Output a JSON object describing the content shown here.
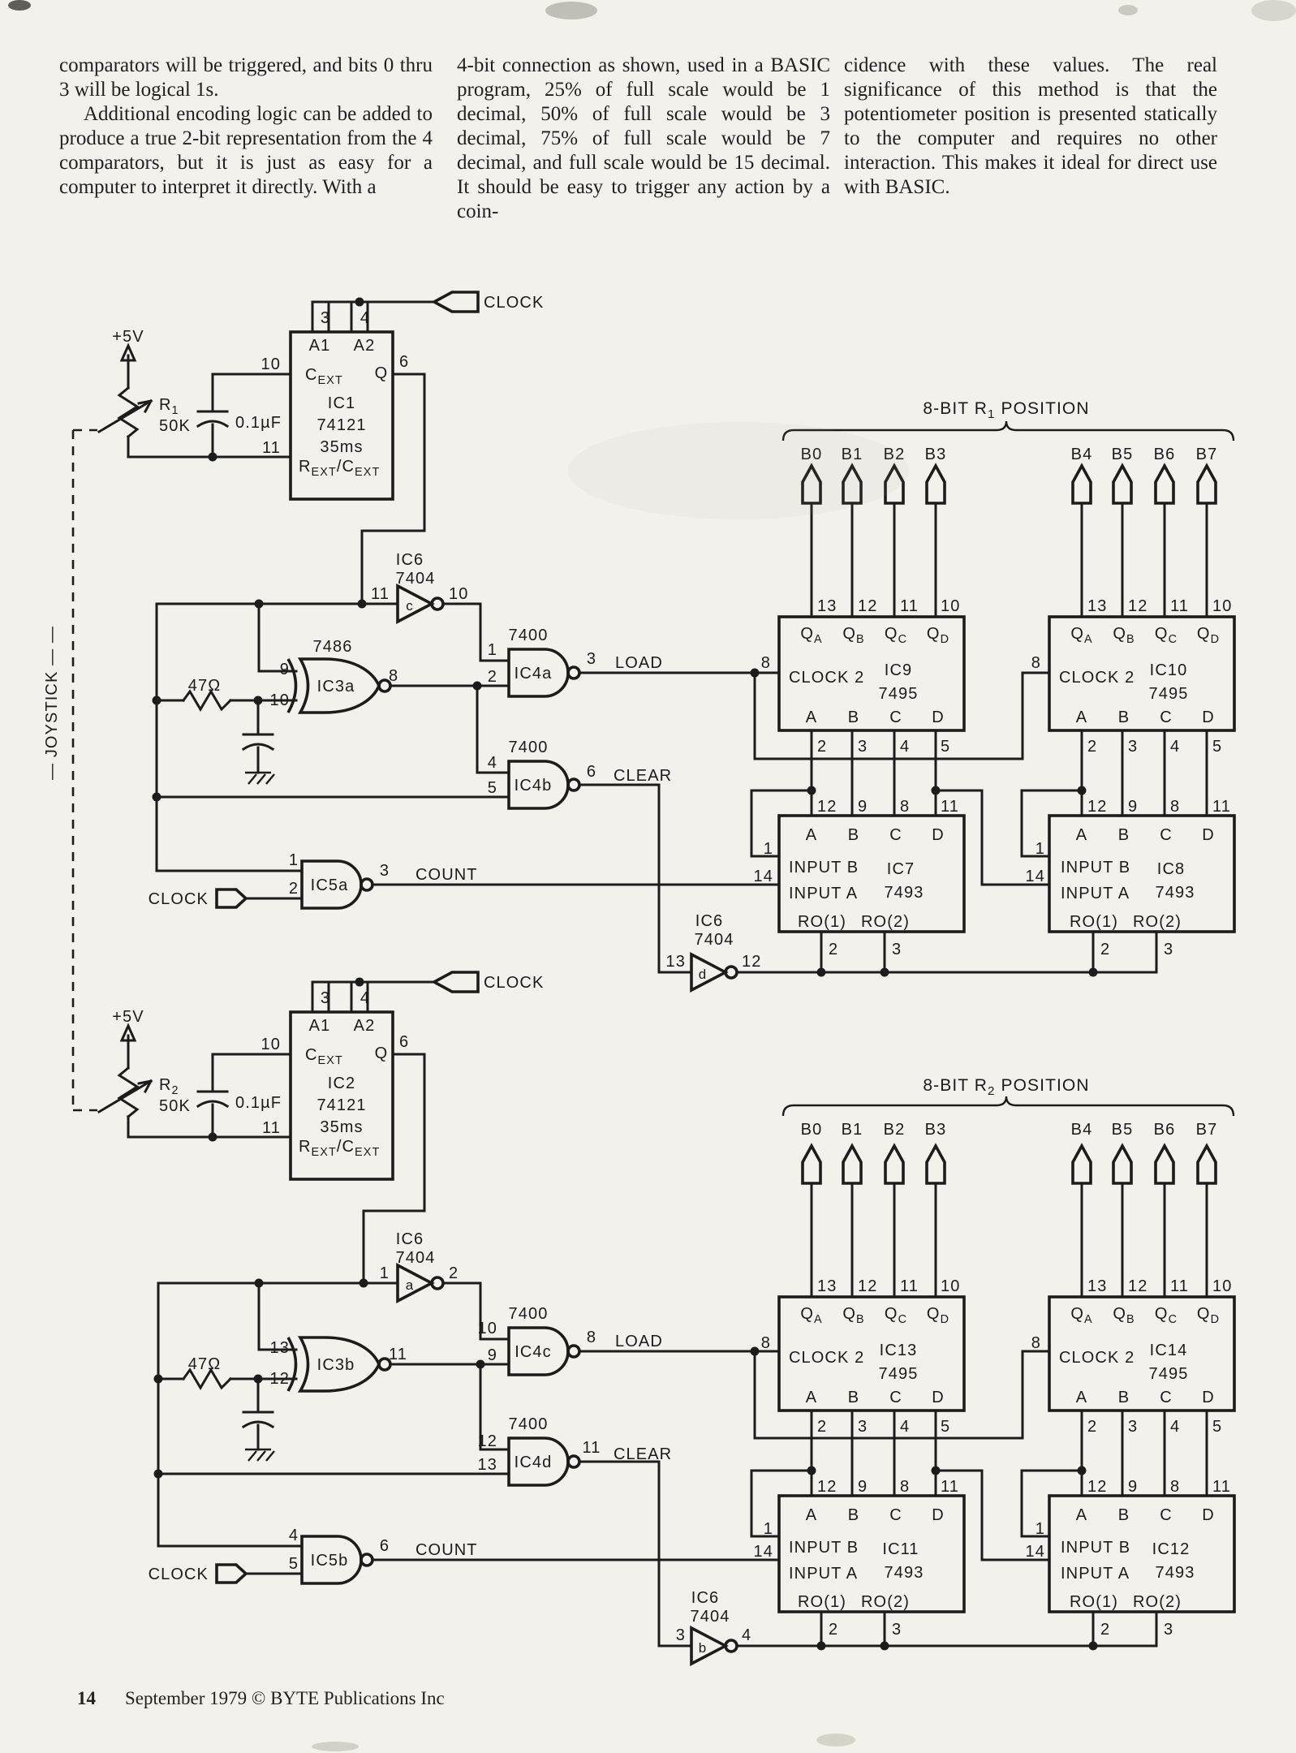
{
  "page": {
    "background": "#f3f1ec",
    "ink": "#1c1c1c"
  },
  "article": {
    "col1_p1": "comparators will be triggered, and bits 0 thru 3 will be logical 1s.",
    "col1_p2": "Additional encoding logic can be added to produce a true 2-bit representation from the 4 comparators, but it is just as easy for a computer to interpret it directly. With a",
    "col2": "4-bit connection as shown, used in a BASIC program, 25% of full scale would be 1 decimal, 50% of full scale would be 3 decimal, 75% of full scale would be 7 decimal, and full scale would be 15 decimal. It should be easy to trigger any action by a coin-",
    "col3": "cidence with these values. The real significance of this method is that the potentiometer position is presented statically to the computer and requires no other interaction. This makes it ideal for direct use with BASIC."
  },
  "footer": {
    "page_number": "14",
    "credit": "September 1979 © BYTE Publications Inc"
  },
  "schematic": {
    "labels": [
      [
        596,
        379,
        "CLOCK",
        "s"
      ],
      [
        401,
        398,
        "3"
      ],
      [
        450,
        398,
        "4"
      ],
      [
        394,
        432,
        "A1"
      ],
      [
        449,
        432,
        "A2"
      ],
      [
        346,
        455,
        "10",
        "e"
      ],
      [
        376,
        468,
        "C_EXT_",
        "s"
      ],
      [
        470,
        466,
        "Q"
      ],
      [
        492,
        452,
        "6",
        "s"
      ],
      [
        421,
        503,
        "IC1"
      ],
      [
        421,
        530,
        "74121"
      ],
      [
        421,
        557,
        "35ms"
      ],
      [
        368,
        581,
        "R_EXT_/C_EXT_",
        "s"
      ],
      [
        346,
        558,
        "11",
        "e"
      ],
      [
        158,
        421,
        "+5V"
      ],
      [
        196,
        505,
        "R_1_",
        "s"
      ],
      [
        196,
        531,
        "50K",
        "s"
      ],
      [
        290,
        527,
        "0.1µF",
        "s"
      ],
      [
        252,
        851,
        "47Ω"
      ],
      [
        505,
        696,
        "IC6"
      ],
      [
        512,
        719,
        "7404"
      ],
      [
        480,
        738,
        "11",
        "e"
      ],
      [
        505,
        752,
        "c",
        "m",
        17
      ],
      [
        553,
        738,
        "10",
        "s"
      ],
      [
        410,
        803,
        "7486"
      ],
      [
        357,
        831,
        "9",
        "e"
      ],
      [
        357,
        869,
        "10",
        "e"
      ],
      [
        414,
        852,
        "IC3a"
      ],
      [
        479,
        839,
        "8",
        "s"
      ],
      [
        651,
        789,
        "7400"
      ],
      [
        613,
        807,
        "1",
        "e"
      ],
      [
        613,
        840,
        "2",
        "e"
      ],
      [
        657,
        836,
        "IC4a"
      ],
      [
        729,
        818,
        "3"
      ],
      [
        758,
        823,
        "LOAD",
        "s"
      ],
      [
        651,
        927,
        "7400"
      ],
      [
        613,
        946,
        "4",
        "e"
      ],
      [
        613,
        977,
        "5",
        "e"
      ],
      [
        657,
        974,
        "IC4b"
      ],
      [
        729,
        957,
        "6"
      ],
      [
        756,
        962,
        "CLEAR",
        "s"
      ],
      [
        362,
        1066,
        "1"
      ],
      [
        362,
        1101,
        "2"
      ],
      [
        406,
        1097,
        "IC5a"
      ],
      [
        474,
        1079,
        "3"
      ],
      [
        512,
        1084,
        "COUNT",
        "s"
      ],
      [
        257,
        1114,
        "CLOCK",
        "e"
      ],
      [
        1240,
        510,
        "8-BIT R_1_ POSITION",
        "m",
        21
      ],
      [
        1000,
        566,
        "B0"
      ],
      [
        1050,
        566,
        "B1"
      ],
      [
        1102,
        566,
        "B2"
      ],
      [
        1153,
        566,
        "B3"
      ],
      [
        1333,
        566,
        "B4"
      ],
      [
        1383,
        566,
        "B5"
      ],
      [
        1435,
        566,
        "B6"
      ],
      [
        1487,
        566,
        "B7"
      ],
      [
        1007,
        753,
        "13",
        "s"
      ],
      [
        1057,
        753,
        "12",
        "s"
      ],
      [
        1109,
        753,
        "11",
        "s"
      ],
      [
        1159,
        753,
        "10",
        "s"
      ],
      [
        1000,
        787,
        "Q_A_"
      ],
      [
        1052,
        787,
        "Q_B_"
      ],
      [
        1104,
        787,
        "Q_C_"
      ],
      [
        1156,
        787,
        "Q_D_"
      ],
      [
        972,
        841,
        "CLOCK 2",
        "s"
      ],
      [
        950,
        823,
        "8",
        "e"
      ],
      [
        1107,
        832,
        "IC9"
      ],
      [
        1107,
        861,
        "7495"
      ],
      [
        1000,
        890,
        "A"
      ],
      [
        1052,
        890,
        "B"
      ],
      [
        1104,
        890,
        "C"
      ],
      [
        1156,
        890,
        "D"
      ],
      [
        1007,
        926,
        "2",
        "s"
      ],
      [
        1057,
        926,
        "3",
        "s"
      ],
      [
        1109,
        926,
        "4",
        "s"
      ],
      [
        1159,
        926,
        "5",
        "s"
      ],
      [
        1007,
        1000,
        "12",
        "s"
      ],
      [
        1057,
        1000,
        "9",
        "s"
      ],
      [
        1109,
        1000,
        "8",
        "s"
      ],
      [
        1159,
        1000,
        "11",
        "s"
      ],
      [
        1000,
        1035,
        "A"
      ],
      [
        1052,
        1035,
        "B"
      ],
      [
        1104,
        1035,
        "C"
      ],
      [
        1156,
        1035,
        "D"
      ],
      [
        953,
        1052,
        "1",
        "e"
      ],
      [
        972,
        1075,
        "INPUT B",
        "s"
      ],
      [
        953,
        1086,
        "14",
        "e"
      ],
      [
        972,
        1107,
        "INPUT A",
        "s"
      ],
      [
        1110,
        1077,
        "IC7"
      ],
      [
        1114,
        1106,
        "7493"
      ],
      [
        1013,
        1142,
        "RO(1)"
      ],
      [
        1091,
        1142,
        "RO(2)"
      ],
      [
        1021,
        1176,
        "2",
        "s"
      ],
      [
        1099,
        1176,
        "3",
        "s"
      ],
      [
        1340,
        753,
        "13",
        "s"
      ],
      [
        1390,
        753,
        "12",
        "s"
      ],
      [
        1442,
        753,
        "11",
        "s"
      ],
      [
        1494,
        753,
        "10",
        "s"
      ],
      [
        1333,
        787,
        "Q_A_"
      ],
      [
        1385,
        787,
        "Q_B_"
      ],
      [
        1437,
        787,
        "Q_C_"
      ],
      [
        1489,
        787,
        "Q_D_"
      ],
      [
        1305,
        841,
        "CLOCK 2",
        "s"
      ],
      [
        1283,
        823,
        "8",
        "e"
      ],
      [
        1440,
        832,
        "IC10"
      ],
      [
        1440,
        861,
        "7495"
      ],
      [
        1333,
        890,
        "A"
      ],
      [
        1385,
        890,
        "B"
      ],
      [
        1437,
        890,
        "C"
      ],
      [
        1489,
        890,
        "D"
      ],
      [
        1340,
        926,
        "2",
        "s"
      ],
      [
        1390,
        926,
        "3",
        "s"
      ],
      [
        1442,
        926,
        "4",
        "s"
      ],
      [
        1494,
        926,
        "5",
        "s"
      ],
      [
        1340,
        1000,
        "12",
        "s"
      ],
      [
        1390,
        1000,
        "9",
        "s"
      ],
      [
        1442,
        1000,
        "8",
        "s"
      ],
      [
        1494,
        1000,
        "11",
        "s"
      ],
      [
        1333,
        1035,
        "A"
      ],
      [
        1385,
        1035,
        "B"
      ],
      [
        1437,
        1035,
        "C"
      ],
      [
        1489,
        1035,
        "D"
      ],
      [
        1288,
        1052,
        "1",
        "e"
      ],
      [
        1307,
        1075,
        "INPUT B",
        "s"
      ],
      [
        1288,
        1086,
        "14",
        "e"
      ],
      [
        1307,
        1107,
        "INPUT A",
        "s"
      ],
      [
        1443,
        1077,
        "IC8"
      ],
      [
        1448,
        1106,
        "7493"
      ],
      [
        1348,
        1142,
        "RO(1)"
      ],
      [
        1426,
        1142,
        "RO(2)"
      ],
      [
        1356,
        1176,
        "2",
        "s"
      ],
      [
        1434,
        1176,
        "3",
        "s"
      ],
      [
        874,
        1141,
        "IC6"
      ],
      [
        880,
        1164,
        "7404"
      ],
      [
        845,
        1191,
        "13",
        "e"
      ],
      [
        866,
        1206,
        "d",
        "m",
        17
      ],
      [
        914,
        1191,
        "12",
        "s"
      ],
      [
        70,
        866,
        "— JOYSTICK — —",
        "m",
        20,
        -90
      ],
      [
        596,
        1217,
        "CLOCK",
        "s"
      ],
      [
        401,
        1236,
        "3"
      ],
      [
        450,
        1236,
        "4"
      ],
      [
        394,
        1270,
        "A1"
      ],
      [
        449,
        1270,
        "A2"
      ],
      [
        346,
        1293,
        "10",
        "e"
      ],
      [
        376,
        1306,
        "C_EXT_",
        "s"
      ],
      [
        470,
        1304,
        "Q"
      ],
      [
        492,
        1290,
        "6",
        "s"
      ],
      [
        421,
        1341,
        "IC2"
      ],
      [
        421,
        1368,
        "74121"
      ],
      [
        421,
        1395,
        "35ms"
      ],
      [
        368,
        1419,
        "R_EXT_/C_EXT_",
        "s"
      ],
      [
        346,
        1396,
        "11",
        "e"
      ],
      [
        158,
        1259,
        "+5V"
      ],
      [
        196,
        1343,
        "R_2_",
        "s"
      ],
      [
        196,
        1369,
        "50K",
        "s"
      ],
      [
        290,
        1365,
        "0.1µF",
        "s"
      ],
      [
        252,
        1687,
        "47Ω"
      ],
      [
        505,
        1533,
        "IC6"
      ],
      [
        512,
        1556,
        "7404"
      ],
      [
        480,
        1575,
        "1",
        "e"
      ],
      [
        505,
        1589,
        "a",
        "m",
        17
      ],
      [
        553,
        1575,
        "2",
        "s"
      ],
      [
        357,
        1667,
        "13",
        "e"
      ],
      [
        357,
        1705,
        "12",
        "e"
      ],
      [
        414,
        1688,
        "IC3b"
      ],
      [
        479,
        1675,
        "11",
        "s"
      ],
      [
        651,
        1625,
        "7400"
      ],
      [
        613,
        1643,
        "10",
        "e"
      ],
      [
        613,
        1676,
        "9",
        "e"
      ],
      [
        657,
        1672,
        "IC4c"
      ],
      [
        729,
        1654,
        "8"
      ],
      [
        758,
        1659,
        "LOAD",
        "s"
      ],
      [
        651,
        1761,
        "7400"
      ],
      [
        613,
        1782,
        "12",
        "e"
      ],
      [
        613,
        1811,
        "13",
        "e"
      ],
      [
        657,
        1808,
        "IC4d"
      ],
      [
        729,
        1790,
        "11"
      ],
      [
        756,
        1798,
        "CLEAR",
        "s"
      ],
      [
        362,
        1898,
        "4"
      ],
      [
        362,
        1933,
        "5"
      ],
      [
        406,
        1929,
        "IC5b"
      ],
      [
        474,
        1911,
        "6"
      ],
      [
        512,
        1916,
        "COUNT",
        "s"
      ],
      [
        257,
        1946,
        "CLOCK",
        "e"
      ],
      [
        1240,
        1344,
        "8-BIT R_2_ POSITION",
        "m",
        21
      ],
      [
        1000,
        1398,
        "B0"
      ],
      [
        1050,
        1398,
        "B1"
      ],
      [
        1102,
        1398,
        "B2"
      ],
      [
        1153,
        1398,
        "B3"
      ],
      [
        1333,
        1398,
        "B4"
      ],
      [
        1383,
        1398,
        "B5"
      ],
      [
        1435,
        1398,
        "B6"
      ],
      [
        1487,
        1398,
        "B7"
      ],
      [
        1007,
        1591,
        "13",
        "s"
      ],
      [
        1057,
        1591,
        "12",
        "s"
      ],
      [
        1109,
        1591,
        "11",
        "s"
      ],
      [
        1159,
        1591,
        "10",
        "s"
      ],
      [
        1000,
        1625,
        "Q_A_"
      ],
      [
        1052,
        1625,
        "Q_B_"
      ],
      [
        1104,
        1625,
        "Q_C_"
      ],
      [
        1156,
        1625,
        "Q_D_"
      ],
      [
        972,
        1679,
        "CLOCK 2",
        "s"
      ],
      [
        950,
        1661,
        "8",
        "e"
      ],
      [
        1107,
        1670,
        "IC13"
      ],
      [
        1107,
        1699,
        "7495"
      ],
      [
        1000,
        1728,
        "A"
      ],
      [
        1052,
        1728,
        "B"
      ],
      [
        1104,
        1728,
        "C"
      ],
      [
        1156,
        1728,
        "D"
      ],
      [
        1007,
        1764,
        "2",
        "s"
      ],
      [
        1057,
        1764,
        "3",
        "s"
      ],
      [
        1109,
        1764,
        "4",
        "s"
      ],
      [
        1159,
        1764,
        "5",
        "s"
      ],
      [
        1007,
        1838,
        "12",
        "s"
      ],
      [
        1057,
        1838,
        "9",
        "s"
      ],
      [
        1109,
        1838,
        "8",
        "s"
      ],
      [
        1159,
        1838,
        "11",
        "s"
      ],
      [
        1000,
        1873,
        "A"
      ],
      [
        1052,
        1873,
        "B"
      ],
      [
        1104,
        1873,
        "C"
      ],
      [
        1156,
        1873,
        "D"
      ],
      [
        953,
        1890,
        "1",
        "e"
      ],
      [
        972,
        1913,
        "INPUT B",
        "s"
      ],
      [
        953,
        1918,
        "14",
        "e"
      ],
      [
        972,
        1945,
        "INPUT A",
        "s"
      ],
      [
        1110,
        1915,
        "IC11"
      ],
      [
        1114,
        1944,
        "7493"
      ],
      [
        1013,
        1980,
        "RO(1)"
      ],
      [
        1091,
        1980,
        "RO(2)"
      ],
      [
        1021,
        2014,
        "2",
        "s"
      ],
      [
        1099,
        2014,
        "3",
        "s"
      ],
      [
        1340,
        1591,
        "13",
        "s"
      ],
      [
        1390,
        1591,
        "12",
        "s"
      ],
      [
        1442,
        1591,
        "11",
        "s"
      ],
      [
        1494,
        1591,
        "10",
        "s"
      ],
      [
        1333,
        1625,
        "Q_A_"
      ],
      [
        1385,
        1625,
        "Q_B_"
      ],
      [
        1437,
        1625,
        "Q_C_"
      ],
      [
        1489,
        1625,
        "Q_D_"
      ],
      [
        1305,
        1679,
        "CLOCK 2",
        "s"
      ],
      [
        1283,
        1661,
        "8",
        "e"
      ],
      [
        1440,
        1670,
        "IC14"
      ],
      [
        1440,
        1699,
        "7495"
      ],
      [
        1333,
        1728,
        "A"
      ],
      [
        1385,
        1728,
        "B"
      ],
      [
        1437,
        1728,
        "C"
      ],
      [
        1489,
        1728,
        "D"
      ],
      [
        1340,
        1764,
        "2",
        "s"
      ],
      [
        1390,
        1764,
        "3",
        "s"
      ],
      [
        1442,
        1764,
        "4",
        "s"
      ],
      [
        1494,
        1764,
        "5",
        "s"
      ],
      [
        1340,
        1838,
        "12",
        "s"
      ],
      [
        1390,
        1838,
        "9",
        "s"
      ],
      [
        1442,
        1838,
        "8",
        "s"
      ],
      [
        1494,
        1838,
        "11",
        "s"
      ],
      [
        1333,
        1873,
        "A"
      ],
      [
        1385,
        1873,
        "B"
      ],
      [
        1437,
        1873,
        "C"
      ],
      [
        1489,
        1873,
        "D"
      ],
      [
        1288,
        1890,
        "1",
        "e"
      ],
      [
        1307,
        1913,
        "INPUT B",
        "s"
      ],
      [
        1288,
        1918,
        "14",
        "e"
      ],
      [
        1307,
        1945,
        "INPUT A",
        "s"
      ],
      [
        1443,
        1915,
        "IC12"
      ],
      [
        1448,
        1944,
        "7493"
      ],
      [
        1348,
        1980,
        "RO(1)"
      ],
      [
        1426,
        1980,
        "RO(2)"
      ],
      [
        1356,
        2014,
        "2",
        "s"
      ],
      [
        1434,
        2014,
        "3",
        "s"
      ],
      [
        869,
        1975,
        "IC6"
      ],
      [
        875,
        1998,
        "7404"
      ],
      [
        845,
        2021,
        "3",
        "e"
      ],
      [
        866,
        2036,
        "b",
        "m",
        17
      ],
      [
        914,
        2021,
        "4",
        "s"
      ]
    ]
  }
}
